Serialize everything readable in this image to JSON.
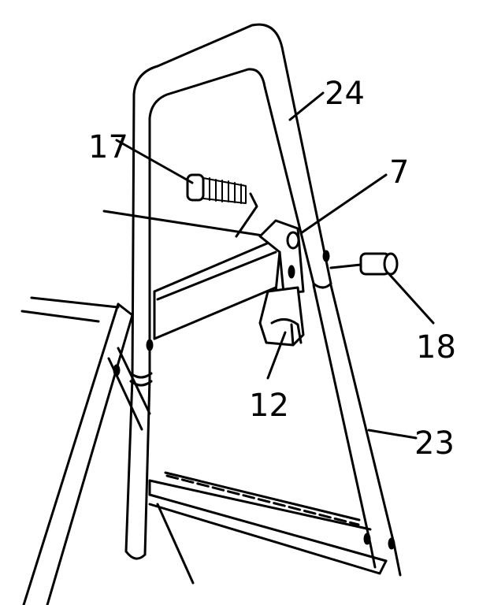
{
  "figure": {
    "callouts": [
      {
        "id": "part-17",
        "text": "17"
      },
      {
        "id": "part-24",
        "text": "24"
      },
      {
        "id": "part-7",
        "text": "7"
      },
      {
        "id": "part-18",
        "text": "18"
      },
      {
        "id": "part-12",
        "text": "12"
      },
      {
        "id": "part-23",
        "text": "23"
      }
    ]
  }
}
